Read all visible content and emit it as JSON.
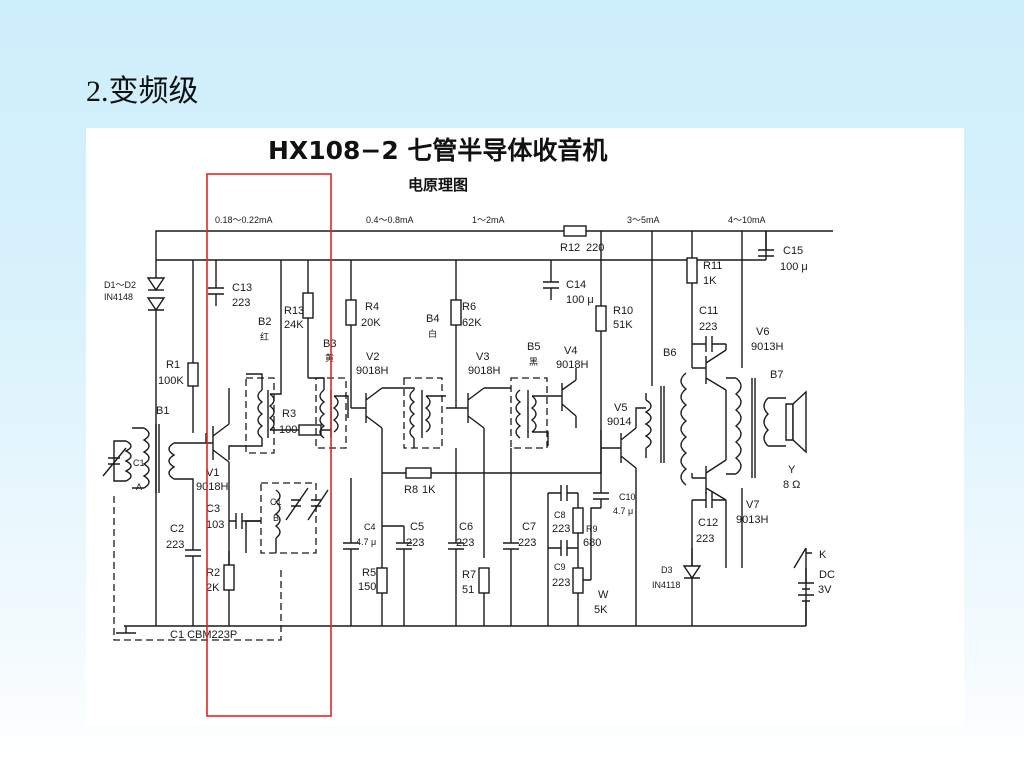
{
  "slide_title": "2.变频级",
  "schematic": {
    "title": "HX108−2  七管半导体收音机",
    "subtitle": "电原理图",
    "currents": [
      "0.18～0.22mA",
      "0.4～0.8mA",
      "1～2mA",
      "3～5mA",
      "4～10mA"
    ],
    "labels": {
      "d1d2": "D1～D2",
      "d1d2_type": "IN4148",
      "r1": "R1",
      "r1_val": "100K",
      "b1": "B1",
      "c1a": "C1",
      "c1a_sub": "A",
      "v1": "V1",
      "v1_type": "9018H",
      "c2": "C2",
      "c2_val": "223",
      "c3": "C3",
      "c3_val": "103",
      "r2": "R2",
      "r2_val": "2K",
      "c1_cbm": "C1 CBM223P",
      "c13": "C13",
      "c13_val": "223",
      "r13": "R13",
      "r13_val": "24K",
      "b2": "B2",
      "b2_col": "红",
      "r3": "R3",
      "r3_val": "100",
      "c1b": "C1",
      "c1b_sub": "B",
      "b3": "B3",
      "b3_col": "黄",
      "r4": "R4",
      "r4_val": "20K",
      "v2": "V2",
      "v2_type": "9018H",
      "b4": "B4",
      "b4_col": "白",
      "r6": "R6",
      "r6_val": "62K",
      "v3": "V3",
      "v3_type": "9018H",
      "b5": "B5",
      "b5_col": "黑",
      "v4": "V4",
      "v4_type": "9018H",
      "c14": "C14",
      "c14_val": "100 μ",
      "r12": "R12",
      "r12_val": "220",
      "r10": "R10",
      "r10_val": "51K",
      "r8": "R8",
      "r8_val": "1K",
      "c4": "C4",
      "c4_val": "4.7 μ",
      "c5": "C5",
      "c5_val": "223",
      "r5": "R5",
      "r5_val": "150",
      "c6": "C6",
      "c6_val": "223",
      "r7": "R7",
      "r7_val": "51",
      "c7": "C7",
      "c7_val": "223",
      "c8": "C8",
      "c8_val": "223",
      "r9": "R9",
      "r9_val": "680",
      "c9": "C9",
      "c9_val": "223",
      "w": "W",
      "w_val": "5K",
      "c10": "C10",
      "c10_val": "4.7 μ",
      "v5": "V5",
      "v5_type": "9014",
      "r11": "R11",
      "r11_val": "1K",
      "c11": "C11",
      "c11_val": "223",
      "b6": "B6",
      "v6": "V6",
      "v6_type": "9013H",
      "b7": "B7",
      "c15": "C15",
      "c15_val": "100 μ",
      "y": "Y",
      "y_val": "8 Ω",
      "v7": "V7",
      "v7_type": "9013H",
      "c12": "C12",
      "c12_val": "223",
      "d3": "D3",
      "d3_type": "IN4118",
      "k": "K",
      "dc": "DC",
      "dc_val": "3V"
    }
  },
  "colors": {
    "highlight": "#e0262a",
    "background_top": "#cdeefb"
  }
}
